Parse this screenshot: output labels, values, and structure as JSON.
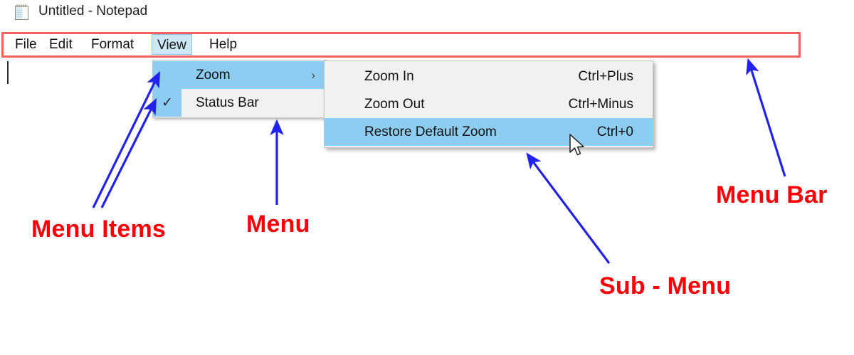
{
  "window": {
    "icon": "notepad-icon",
    "title": "Untitled - Notepad"
  },
  "menubar": {
    "items": [
      {
        "label": "File",
        "selected": false
      },
      {
        "label": "Edit",
        "selected": false
      },
      {
        "label": "Format",
        "selected": false
      },
      {
        "label": "View",
        "selected": true
      },
      {
        "label": "Help",
        "selected": false
      }
    ]
  },
  "view_menu": {
    "items": [
      {
        "label": "Zoom",
        "highlighted": true,
        "checked": false,
        "has_submenu": true,
        "submenu_arrow": "›"
      },
      {
        "label": "Status Bar",
        "highlighted": false,
        "checked": true,
        "has_submenu": false,
        "check_glyph": "✓"
      }
    ]
  },
  "zoom_submenu": {
    "items": [
      {
        "label": "Zoom In",
        "accelerator": "Ctrl+Plus",
        "highlighted": false
      },
      {
        "label": "Zoom Out",
        "accelerator": "Ctrl+Minus",
        "highlighted": false
      },
      {
        "label": "Restore Default Zoom",
        "accelerator": "Ctrl+0",
        "highlighted": true
      }
    ]
  },
  "annotations": [
    {
      "text": "Menu Items",
      "target": "view-menu-items"
    },
    {
      "text": "Menu",
      "target": "view-dropdown-menu"
    },
    {
      "text": "Menu Bar",
      "target": "menu-bar"
    },
    {
      "text": "Sub - Menu",
      "target": "zoom-submenu"
    }
  ],
  "colors": {
    "annotation_red": "#fb0007",
    "outline_red": "#f4625f",
    "arrow_blue": "#2222ee",
    "menu_highlight": "#8ecdf2",
    "menubar_selected": "#cce8f7",
    "menu_background": "#f1f1f1"
  }
}
